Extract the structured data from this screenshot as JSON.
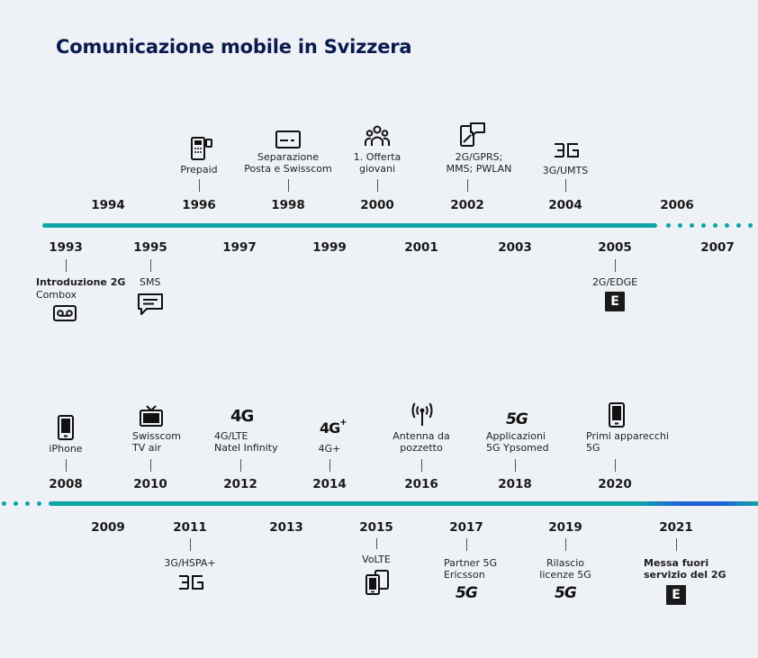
{
  "title": "Comunicazione mobile in Svizzera",
  "colors": {
    "timeline": "#0ea5a8",
    "title": "#0b1a4e",
    "highlight": "#1e63d6"
  },
  "timeline1": {
    "top_years": [
      "1994",
      "1996",
      "1998",
      "2000",
      "2002",
      "2004",
      "2006"
    ],
    "bottom_years": [
      "1993",
      "1995",
      "1997",
      "1999",
      "2001",
      "2003",
      "2005",
      "2007"
    ],
    "events_above": {
      "y1996": {
        "label": "Prepaid",
        "icon": "prepaid-phone-icon"
      },
      "y1998": {
        "label": "Separazione\nPosta e Swisscom",
        "icon": "card-icon"
      },
      "y2000": {
        "label": "1. Offerta\ngiovani",
        "icon": "group-icon"
      },
      "y2002": {
        "label": "2G/GPRS;\nMMS; PWLAN",
        "icon": "phone-message-icon"
      },
      "y2004": {
        "label": "3G/UMTS",
        "icon": "3g-icon"
      }
    },
    "events_below": {
      "y1993": {
        "label_bold": "Introduzione 2G",
        "label": "Combox",
        "icon": "voicemail-icon"
      },
      "y1995": {
        "label": "SMS",
        "icon": "sms-icon"
      },
      "y2005": {
        "label": "2G/EDGE",
        "icon": "edge-icon",
        "badge": "E"
      }
    }
  },
  "timeline2": {
    "top_years": [
      "2008",
      "2010",
      "2012",
      "2014",
      "2016",
      "2018",
      "2020"
    ],
    "bottom_years": [
      "2009",
      "2011",
      "2013",
      "2015",
      "2017",
      "2019",
      "2021"
    ],
    "events_above": {
      "y2008": {
        "label": "iPhone",
        "icon": "smartphone-icon"
      },
      "y2010": {
        "label": "Swisscom\nTV air",
        "icon": "tv-icon"
      },
      "y2012": {
        "label": "4G/LTE\nNatel Infinity",
        "icon": "4g-icon",
        "glyph": "4G"
      },
      "y2014": {
        "label": "4G+",
        "icon": "4g-plus-icon",
        "glyph": "4G",
        "sup": "+"
      },
      "y2016": {
        "label": "Antenna da\npozzetto",
        "icon": "antenna-icon"
      },
      "y2018": {
        "label": "Applicazioni\n5G Ypsomed",
        "icon": "5g-icon",
        "glyph": "5G"
      },
      "y2020": {
        "label": "Primi apparecchi\n5G",
        "icon": "smartphone-icon"
      }
    },
    "events_below": {
      "y2011": {
        "label": "3G/HSPA+",
        "icon": "3g-icon"
      },
      "y2015": {
        "label": "VoLTE",
        "icon": "volte-icon"
      },
      "y2017": {
        "label": "Partner 5G\nEricsson",
        "icon": "5g-icon",
        "glyph": "5G"
      },
      "y2019": {
        "label": "Rilascio\nlicenze 5G",
        "icon": "5g-icon",
        "glyph": "5G"
      },
      "y2021": {
        "label_bold": "Messa fuori\nservizio del 2G",
        "icon": "edge-icon",
        "badge": "E"
      }
    }
  }
}
